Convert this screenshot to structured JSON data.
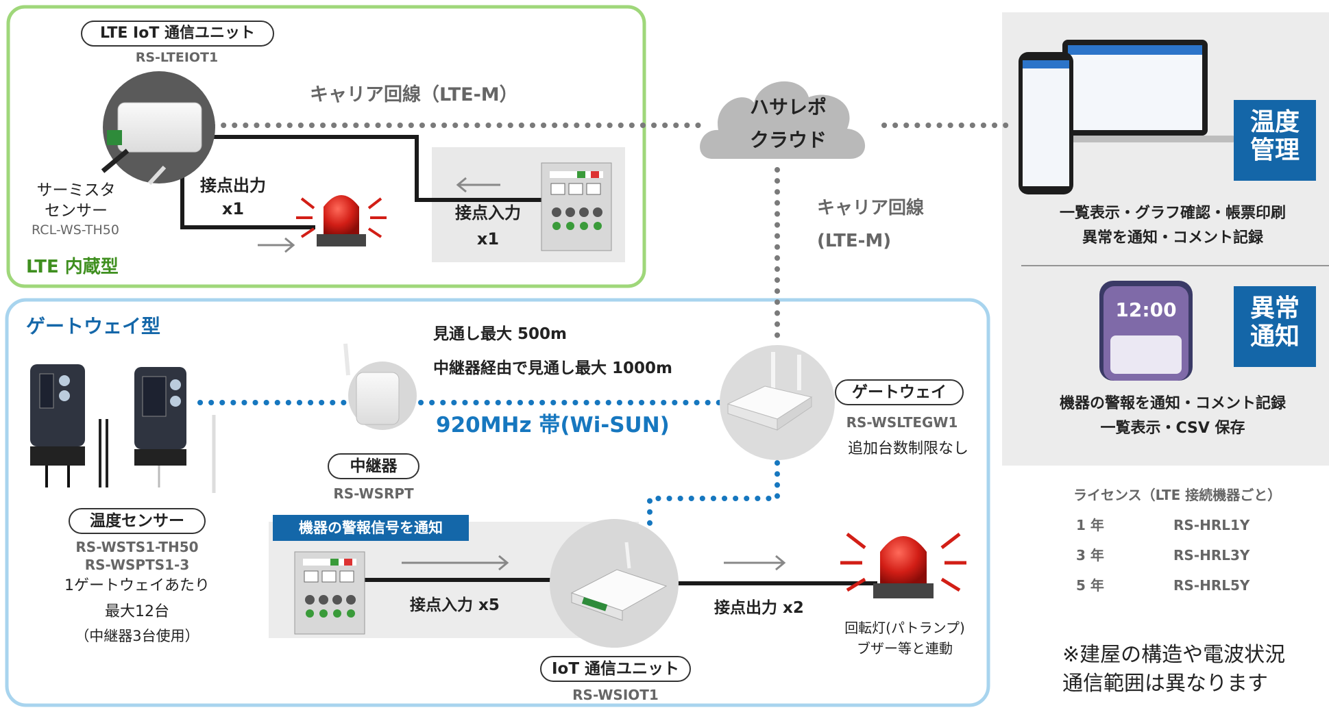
{
  "lte": {
    "unit_name": "LTE IoT 通信ユニット",
    "unit_model": "RS-LTEIOT1",
    "carrier": "キャリア回線（LTE-M）",
    "sensor_name_1": "サーミスタ",
    "sensor_name_2": "センサー",
    "sensor_model": "RCL-WS-TH50",
    "output_label": "接点出力",
    "output_count": "x1",
    "input_label": "接点入力",
    "input_count": "x1",
    "type_label": "LTE 内蔵型"
  },
  "cloud": {
    "line1": "ハサレポ",
    "line2": "クラウド",
    "carrier_1": "キャリア回線",
    "carrier_2": "(LTE-M)"
  },
  "gateway": {
    "type_label": "ゲートウェイ型",
    "range_1": "見通し最大 500m",
    "range_2": "中継器経由で見通し最大 1000m",
    "band": "920MHz 帯(Wi-SUN)",
    "name": "ゲートウェイ",
    "model": "RS-WSLTEGW1",
    "note": "追加台数制限なし",
    "repeater_name": "中継器",
    "repeater_model": "RS-WSRPT",
    "sensor_name": "温度センサー",
    "sensor_model_1": "RS-WSTS1-TH50",
    "sensor_model_2": "RS-WSPTS1-3",
    "sensor_note_1": "1ゲートウェイあたり",
    "sensor_note_2": "最大12台",
    "sensor_note_3": "（中継器3台使用）",
    "alarm_banner": "機器の警報信号を通知",
    "input_label": "接点入力 x5",
    "output_label": "接点出力 x2",
    "iot_name": "IoT 通信ユニット",
    "iot_model": "RS-WSIOT1",
    "lamp_1": "回転灯(パトランプ)",
    "lamp_2": "ブザー等と連動"
  },
  "right": {
    "temp_badge_1": "温度",
    "temp_badge_2": "管理",
    "temp_desc_1": "一覧表示・グラフ確認・帳票印刷",
    "temp_desc_2": "異常を通知・コメント記録",
    "alert_badge_1": "異常",
    "alert_badge_2": "通知",
    "phone_time": "12:00",
    "alert_desc_1": "機器の警報を通知・コメント記録",
    "alert_desc_2": "一覧表示・CSV 保存",
    "license_title": "ライセンス（LTE 接続機器ごと）",
    "licenses": [
      {
        "term": "1 年",
        "code": "RS-HRL1Y"
      },
      {
        "term": "3 年",
        "code": "RS-HRL3Y"
      },
      {
        "term": "5 年",
        "code": "RS-HRL5Y"
      }
    ],
    "footnote_1": "※建屋の構造や電波状況",
    "footnote_2": "通信範囲は異なります"
  },
  "colors": {
    "lte_border": "#9fd77a",
    "lte_green": "#3f8f1f",
    "gw_border": "#a8d4ee",
    "gw_blue": "#1467a9",
    "dot_gray": "#7a7a7a",
    "wisun_blue": "#1677bf",
    "badge_blue": "#1466a8",
    "lamp_red": "#d21e16"
  }
}
